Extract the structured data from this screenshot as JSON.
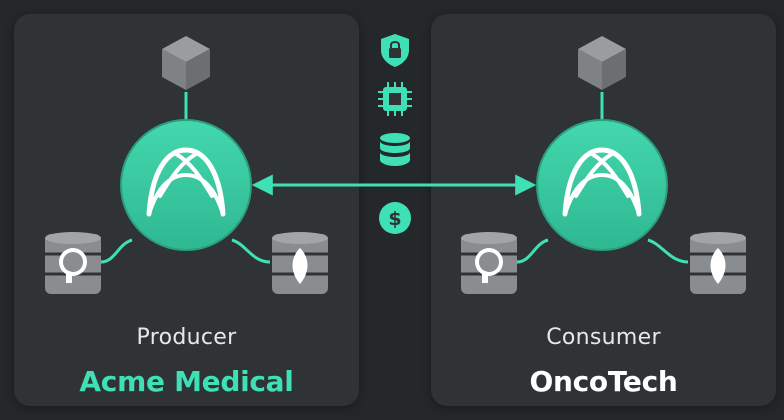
{
  "producer": {
    "role": "Producer",
    "name": "Acme Medical"
  },
  "consumer": {
    "role": "Consumer",
    "name": "OncoTech"
  },
  "center_icons": [
    "lock-shield-icon",
    "chip-icon",
    "database-icon",
    "dollar-icon"
  ],
  "colors": {
    "accent": "#3fe0b6",
    "hub": "#3cc9a3",
    "panel": "#2f3336",
    "background": "#25282b",
    "node_gray": "#8a8d8f"
  }
}
